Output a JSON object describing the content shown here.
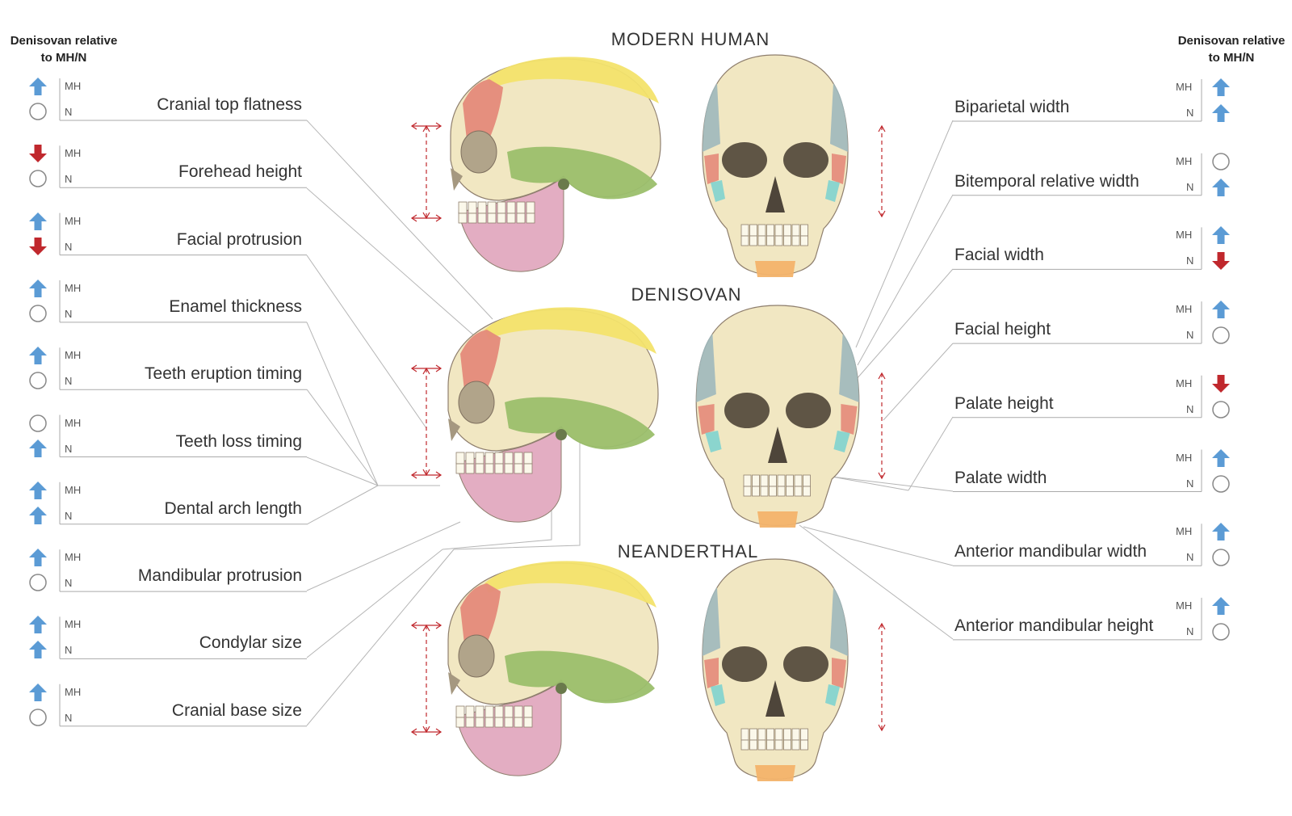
{
  "header": {
    "left": {
      "line1": "Denisovan relative",
      "line2": "to MH/N"
    },
    "right": {
      "line1": "Denisovan relative",
      "line2": "to MH/N"
    }
  },
  "skull_titles": {
    "modern": "MODERN HUMAN",
    "denisovan": "DENISOVAN",
    "neanderthal": "NEANDERTHAL"
  },
  "labels": {
    "mh": "MH",
    "n": "N"
  },
  "colors": {
    "up_arrow": "#5b9bd5",
    "down_arrow": "#c0282d",
    "circle_stroke": "#888888",
    "region_cranial_top": "#f3e36b",
    "region_forehead": "#e48a7a",
    "region_temporal": "#9bbf6b",
    "region_mandible": "#e3adc2",
    "region_parietal_side": "#9fb8bd",
    "region_chin": "#f3b36a",
    "region_zygomatic": "#7fd3cf",
    "bone": "#f1e7c2"
  },
  "left_traits": [
    {
      "label": "Cranial top flatness",
      "mh": "up",
      "n": "same"
    },
    {
      "label": "Forehead height",
      "mh": "down",
      "n": "same"
    },
    {
      "label": "Facial protrusion",
      "mh": "up",
      "n": "down"
    },
    {
      "label": "Enamel thickness",
      "mh": "up",
      "n": "same"
    },
    {
      "label": "Teeth eruption timing",
      "mh": "up",
      "n": "same"
    },
    {
      "label": "Teeth loss timing",
      "mh": "same",
      "n": "up"
    },
    {
      "label": "Dental arch length",
      "mh": "up",
      "n": "up"
    },
    {
      "label": "Mandibular protrusion",
      "mh": "up",
      "n": "same"
    },
    {
      "label": "Condylar size",
      "mh": "up",
      "n": "up"
    },
    {
      "label": "Cranial base size",
      "mh": "up",
      "n": "same"
    }
  ],
  "right_traits": [
    {
      "label": "Biparietal width",
      "mh": "up",
      "n": "up"
    },
    {
      "label": "Bitemporal relative width",
      "mh": "same",
      "n": "up"
    },
    {
      "label": "Facial width",
      "mh": "up",
      "n": "down"
    },
    {
      "label": "Facial height",
      "mh": "up",
      "n": "same"
    },
    {
      "label": "Palate height",
      "mh": "down",
      "n": "same"
    },
    {
      "label": "Palate width",
      "mh": "up",
      "n": "same"
    },
    {
      "label": "Anterior mandibular width",
      "mh": "up",
      "n": "same"
    },
    {
      "label": "Anterior mandibular height",
      "mh": "up",
      "n": "same"
    }
  ]
}
